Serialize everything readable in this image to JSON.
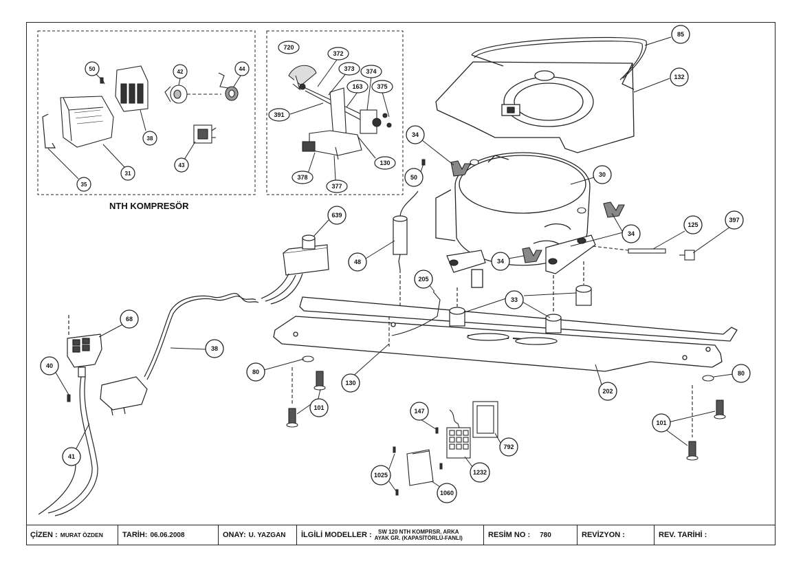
{
  "inset_title": "NTH KOMPRESÖR",
  "callouts": [
    "85",
    "132",
    "720",
    "372",
    "373",
    "374",
    "375",
    "391",
    "163",
    "130",
    "378",
    "377",
    "50",
    "42",
    "44",
    "38",
    "35",
    "31",
    "43",
    "34",
    "30",
    "639",
    "125",
    "397",
    "48",
    "205",
    "33",
    "68",
    "40",
    "41",
    "80",
    "202",
    "101",
    "147",
    "792",
    "1232",
    "1025",
    "1060"
  ],
  "title_block": {
    "drawn_by_label": "ÇİZEN :",
    "drawn_by_value": "MURAT ÖZDEN",
    "date_label": "TARİH:",
    "date_value": "06.06.2008",
    "approved_label": "ONAY:",
    "approved_value": "U. YAZGAN",
    "models_label": "İLGİLİ MODELLER :",
    "models_line1": "SW 120 NTH KOMPRSR. ARKA",
    "models_line2": "AYAK GR. (KAPASİTÖRLÜ-FANLI)",
    "drawing_no_label": "RESİM NO :",
    "drawing_no_value": "780",
    "revision_label": "REVİZYON :",
    "revision_value": "",
    "rev_date_label": "REV. TARİHİ :",
    "rev_date_value": ""
  }
}
